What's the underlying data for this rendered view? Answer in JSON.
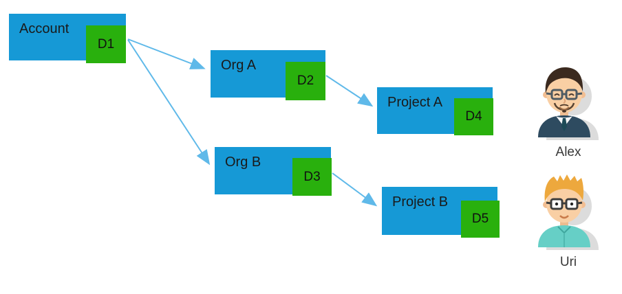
{
  "colors": {
    "box_blue": "#1699d6",
    "box_green": "#29b00d",
    "arrow_blue": "#5fb9e9",
    "text_dark": "#1a1a1a"
  },
  "nodes": {
    "account": {
      "label": "Account",
      "badge": "D1"
    },
    "org_a": {
      "label": "Org A",
      "badge": "D2"
    },
    "org_b": {
      "label": "Org B",
      "badge": "D3"
    },
    "project_a": {
      "label": "Project A",
      "badge": "D4"
    },
    "project_b": {
      "label": "Project B",
      "badge": "D5"
    }
  },
  "edges": [
    {
      "from": "Account",
      "to": "Org A"
    },
    {
      "from": "Account",
      "to": "Org B"
    },
    {
      "from": "Org A",
      "to": "Project A"
    },
    {
      "from": "Org B",
      "to": "Project B"
    }
  ],
  "users": {
    "alex": {
      "name": "Alex"
    },
    "uri": {
      "name": "Uri"
    }
  }
}
